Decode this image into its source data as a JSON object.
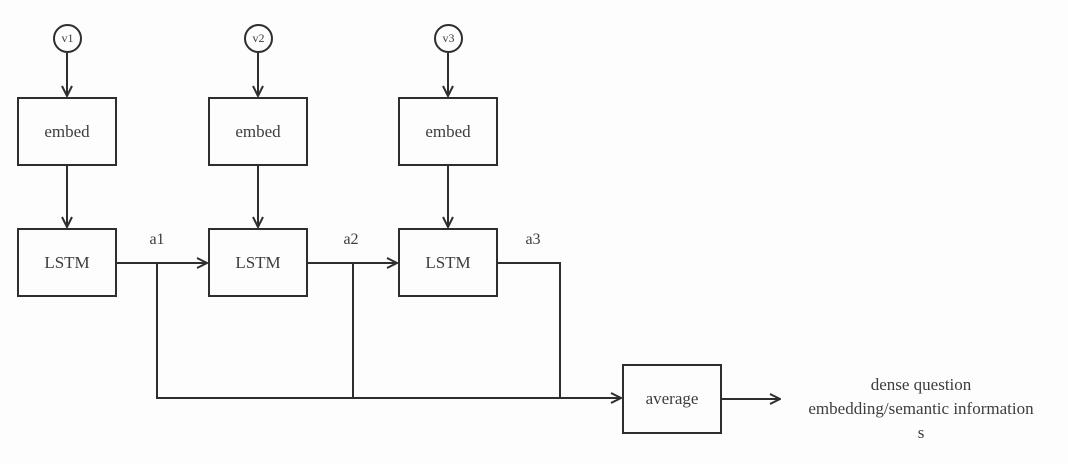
{
  "colors": {
    "background": "#fdfdfd",
    "stroke": "#2e2e2e",
    "text": "#3d3d3d"
  },
  "nodes": {
    "inputs": [
      {
        "label": "v1"
      },
      {
        "label": "v2"
      },
      {
        "label": "v3"
      }
    ],
    "embeds": [
      {
        "label": "embed"
      },
      {
        "label": "embed"
      },
      {
        "label": "embed"
      }
    ],
    "lstms": [
      {
        "label": "LSTM"
      },
      {
        "label": "LSTM"
      },
      {
        "label": "LSTM"
      }
    ],
    "average": {
      "label": "average"
    }
  },
  "edge_labels": [
    {
      "label": "a1"
    },
    {
      "label": "a2"
    },
    {
      "label": "a3"
    }
  ],
  "output": {
    "line1": "dense question",
    "line2": "embedding/semantic information",
    "line3": "s"
  }
}
